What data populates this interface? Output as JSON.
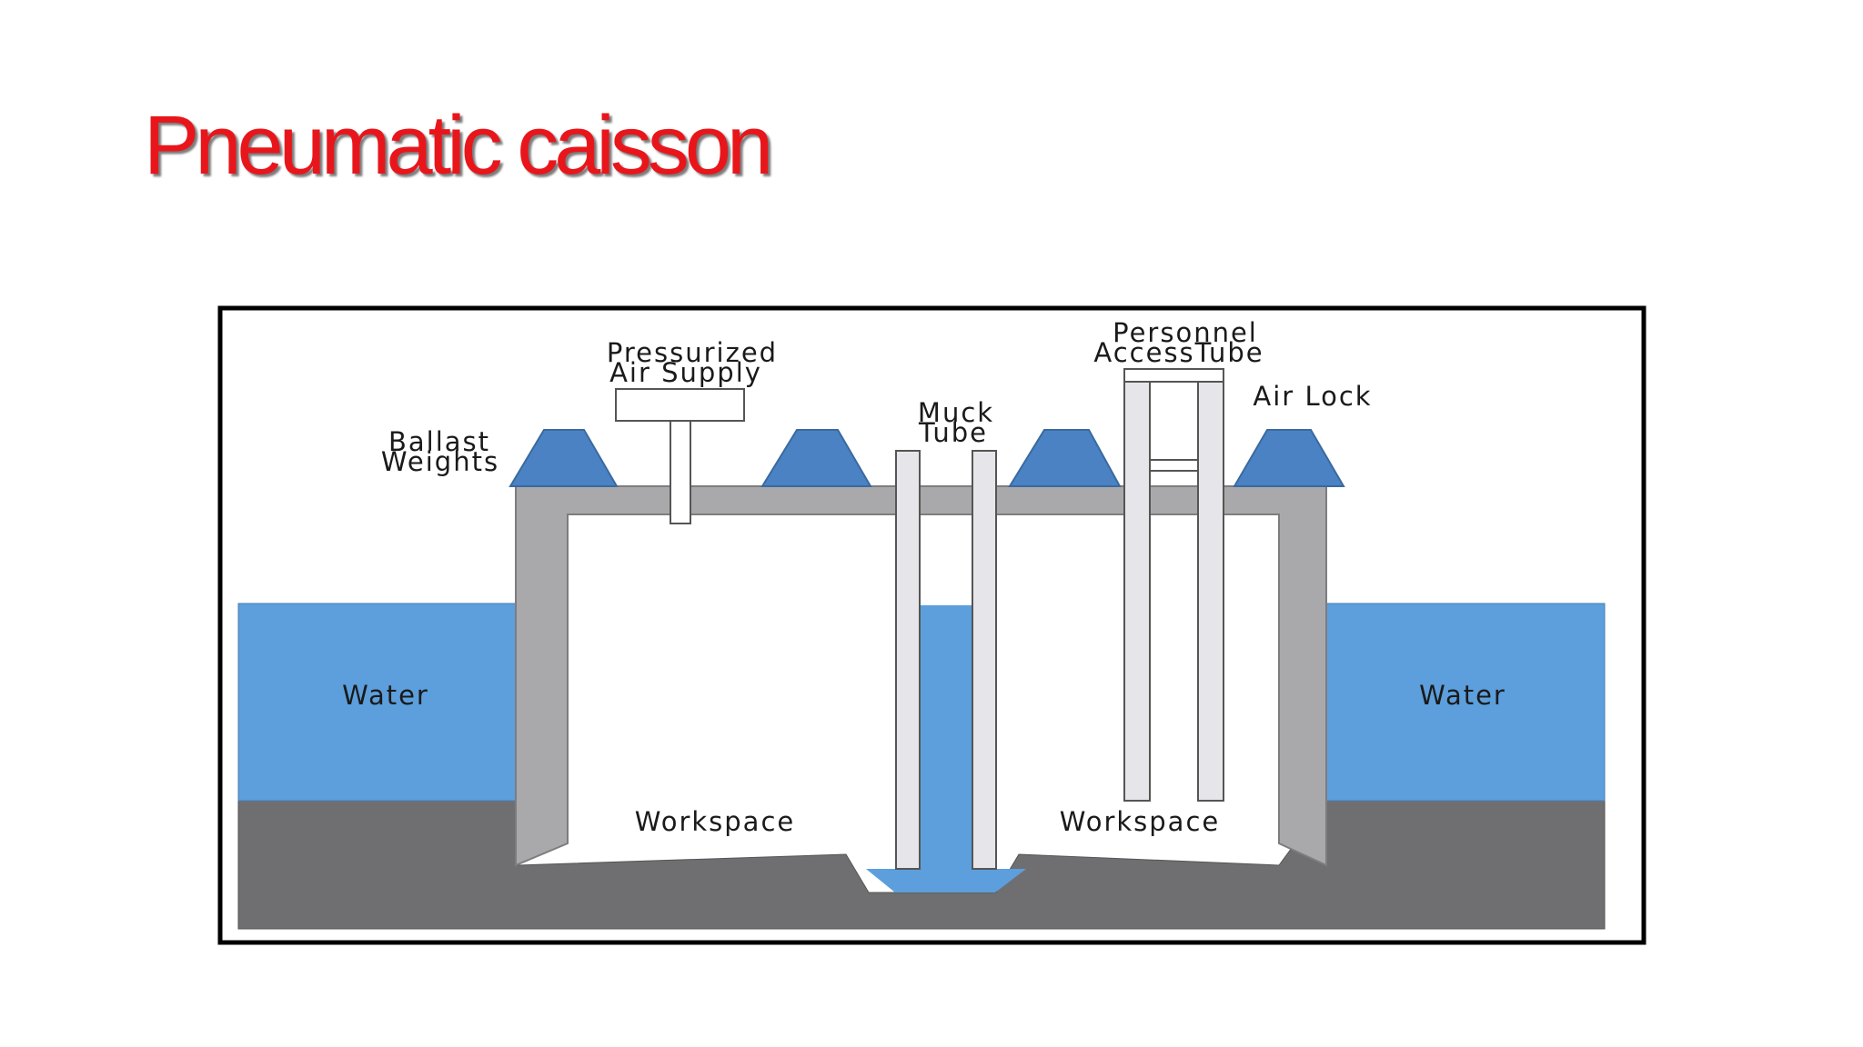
{
  "slide": {
    "title": "Pneumatic caisson",
    "title_color": "#e8161b"
  },
  "diagram": {
    "labels": {
      "pressurized_line1": "Pressurized",
      "pressurized_line2": "Air Supply",
      "ballast_line1": "Ballast",
      "ballast_line2": "Weights",
      "muck_line1": "Muck",
      "muck_line2": "Tube",
      "personnel_line1": "Personnel",
      "personnel_line2": "AccessTube",
      "air_lock": "Air Lock",
      "water_left": "Water",
      "water_right": "Water",
      "workspace_left": "Workspace",
      "workspace_right": "Workspace"
    },
    "colors": {
      "water": "#5c9fdc",
      "ballast": "#4a82c4",
      "wall": "#a9a9ab",
      "seabed": "#6f6f71",
      "tube": "#e6e6ea"
    }
  }
}
